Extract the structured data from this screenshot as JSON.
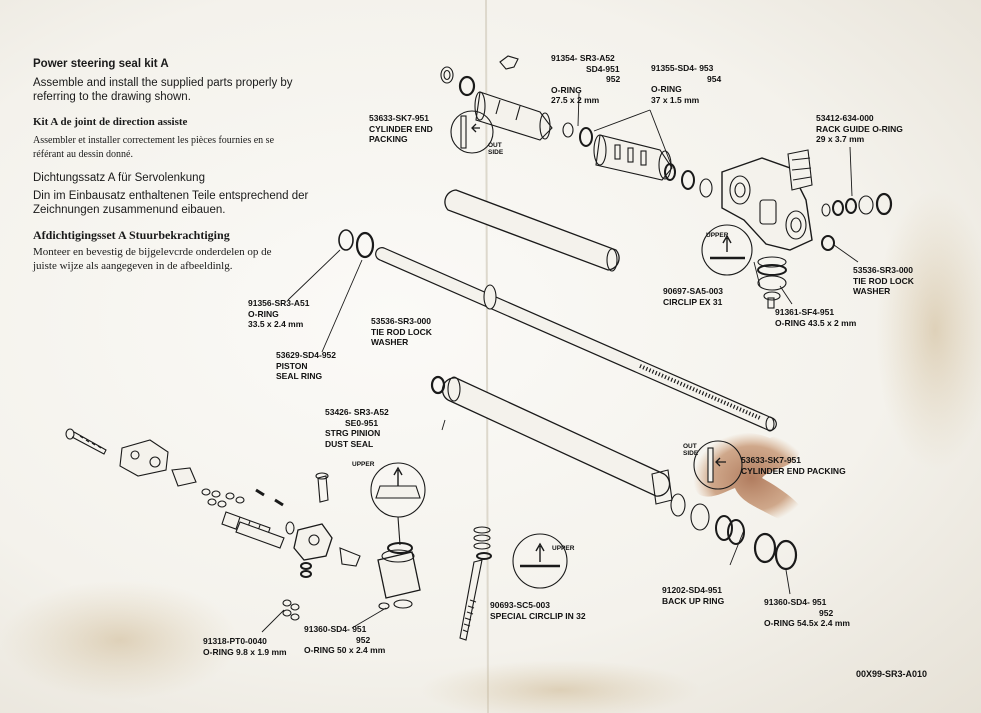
{
  "instructions": {
    "en_title": "Power steering seal kit A",
    "en_body_1": "Assemble and install the supplied parts properly by",
    "en_body_2": "referring to the drawing shown.",
    "fr_title": "Kit A de joint de direction assiste",
    "fr_body_1": "Assembler et installer correctement les pièces fournies en se",
    "fr_body_2": "référant au dessin donné.",
    "de_title": "Dichtungssatz A für Servolenkung",
    "de_body_1": "Din im Einbausatz enthaltenen Teile entsprechend der",
    "de_body_2": "Zeichnungen zusammenund eibauen.",
    "nl_title": "Afdichtigingsset A Stuurbekrachtiging",
    "nl_body_1": "Monteer en bevestig de bijgelevcrde onderdelen op de",
    "nl_body_2": "juiste wijze als aangegeven in  de afbeeldinlg."
  },
  "parts": {
    "p91354": [
      "91354-  SR3-A52",
      "SD4-951",
      "952",
      "O-RING",
      "27.5 x 2 mm"
    ],
    "p91355": [
      "91355-SD4-  953",
      "954",
      "O-RING",
      "37 x 1.5 mm"
    ],
    "p53633_top": [
      "53633-SK7-951",
      "CYLINDER END",
      "PACKING"
    ],
    "p53412": [
      "53412-634-000",
      "RACK GUIDE O-RING",
      "29 x 3.7 mm"
    ],
    "p53536_right": [
      "53536-SR3-000",
      "TIE ROD LOCK",
      "WASHER"
    ],
    "p90697": [
      "90697-SA5-003",
      "CIRCLIP EX 31"
    ],
    "p91361": [
      "91361-SF4-951",
      "O-RING 43.5 x 2 mm"
    ],
    "p91356": [
      "91356-SR3-A51",
      "O-RING",
      "33.5 x 2.4 mm"
    ],
    "p53629": [
      "53629-SD4-952",
      "PISTON",
      "SEAL RING"
    ],
    "p53536_mid": [
      "53536-SR3-000",
      "TIE ROD LOCK",
      "WASHER"
    ],
    "p53426": [
      "53426-  SR3-A52",
      "SE0-951",
      "STRG PINION",
      "DUST SEAL"
    ],
    "p53633_right": [
      "53633-SK7-951",
      "CYLINDER END PACKING"
    ],
    "p91202": [
      "91202-SD4-951",
      "BACK UP RING"
    ],
    "p91360_right": [
      "91360-SD4-  951",
      "952",
      "O-RING 54.5x 2.4 mm"
    ],
    "p90693": [
      "90693-SC5-003",
      "SPECIAL CIRCLIP IN 32"
    ],
    "p91360_left": [
      "91360-SD4-  951",
      "952",
      "O-RING 50 x 2.4 mm"
    ],
    "p91318": [
      "91318-PT0-0040",
      "O-RING 9.8 x 1.9 mm"
    ]
  },
  "detail_labels": {
    "out": "OUT",
    "side": "SIDE",
    "out_side": "OUT SIDE",
    "upper": "UPPER"
  },
  "doc_code": "00X99-SR3-A010",
  "colors": {
    "ink": "#1a1a1a",
    "paper": "#f6f4ef",
    "stain": "#a8663a"
  }
}
